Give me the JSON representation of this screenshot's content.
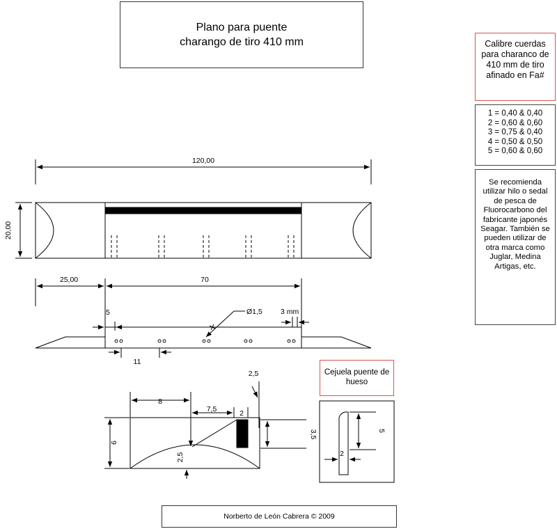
{
  "title": {
    "line1": "Plano para puente",
    "line2": "charango de tiro 410 mm"
  },
  "gauge_note": {
    "title": "Calibre cuerdas para charanco de 410 mm de tiro afinado en Fa#",
    "strings": [
      "1 = 0,40 & 0,40",
      "2 = 0,60 & 0,60",
      "3 = 0,75 & 0,40",
      "4 = 0,50 & 0,50",
      "5 = 0,60 & 0,60"
    ]
  },
  "recommendation": "Se recomienda utilizar hilo o sedal de pesca de Fluorocarbono del fabricante japonés Seagar. También se pueden utilizar de otra marca como Juglar, Medina Artigas, etc.",
  "cejuela": {
    "title": "Cejuela puente de hueso",
    "dim_height": "5",
    "dim_width": "2"
  },
  "top_view": {
    "dim_length": "120,00",
    "dim_height": "20,00"
  },
  "front_view": {
    "dim_offset": "25,00",
    "dim_span": "70",
    "dim_edge": "5",
    "dim_hole": "Ø1,5",
    "dim_gap": "3 mm",
    "dim_spacing": "11"
  },
  "profile": {
    "dim_a": "8",
    "dim_b": "7,5",
    "dim_c": "2",
    "dim_d": "2,5",
    "dim_height": "6",
    "dim_slot": "3,5",
    "dim_arc": "2,5"
  },
  "footer": "Norberto de León Cabrera © 2009"
}
